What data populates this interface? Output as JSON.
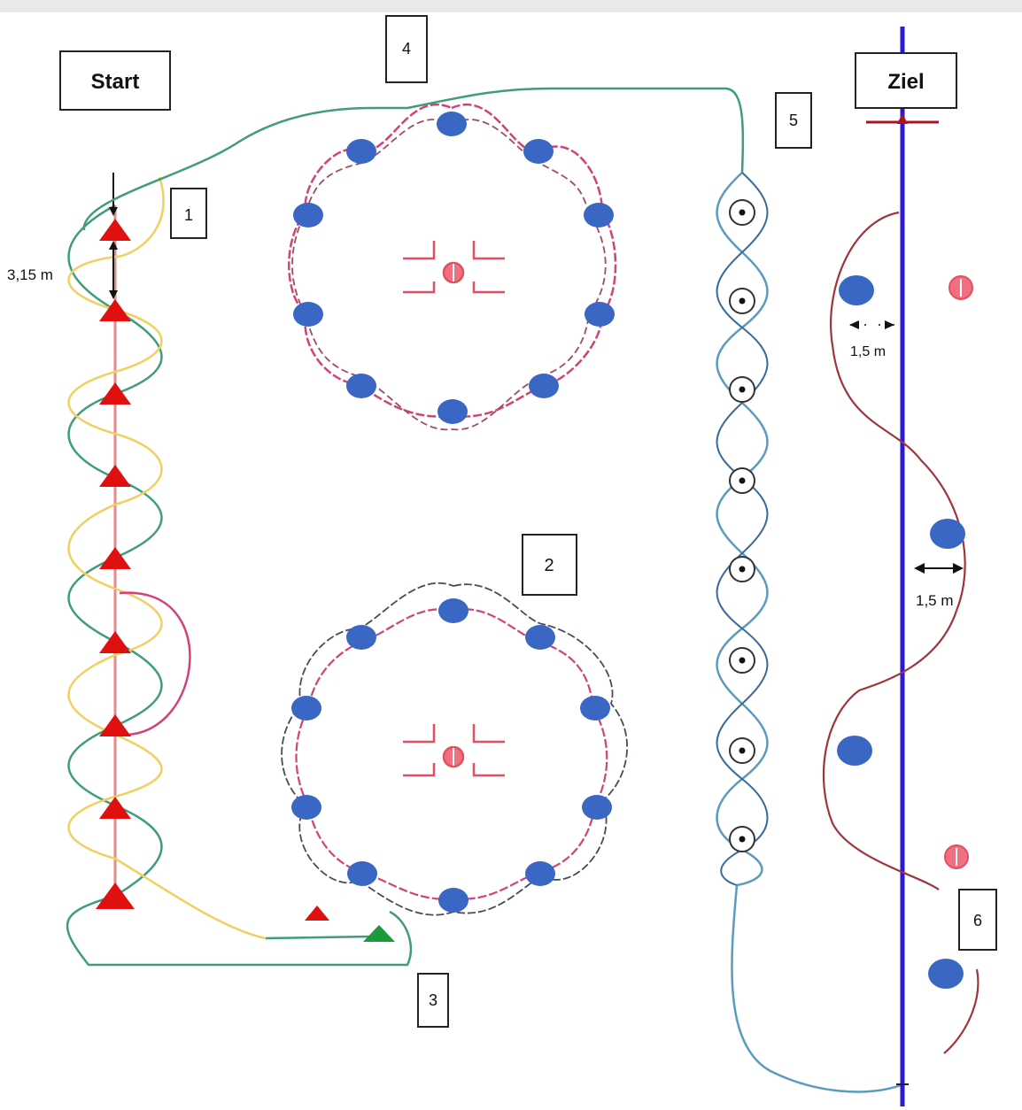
{
  "labels": {
    "start": "Start",
    "ziel": "Ziel",
    "n1": "1",
    "n2": "2",
    "n3": "3",
    "n4": "4",
    "n5": "5",
    "n6": "6"
  },
  "measurements": {
    "cone_spacing": "3,15 m",
    "slalom_offset_top": "1,5 m",
    "slalom_offset_right": "1,5 m"
  },
  "colors": {
    "cone_red": "#e01010",
    "cone_green": "#1a9a3a",
    "disc_blue": "#3a66c4",
    "finish_line": "#2a1ad8",
    "path_green": "#3f9c7c",
    "path_yellow": "#f0d060",
    "path_pink": "#d4407a",
    "path_teal": "#5a9bbf",
    "path_darkred": "#a0343c"
  },
  "icons": {
    "cone": "triangle-cone-icon",
    "disc": "blue-disc-icon",
    "target": "target-circle-icon",
    "center_marker": "center-marker-icon"
  }
}
